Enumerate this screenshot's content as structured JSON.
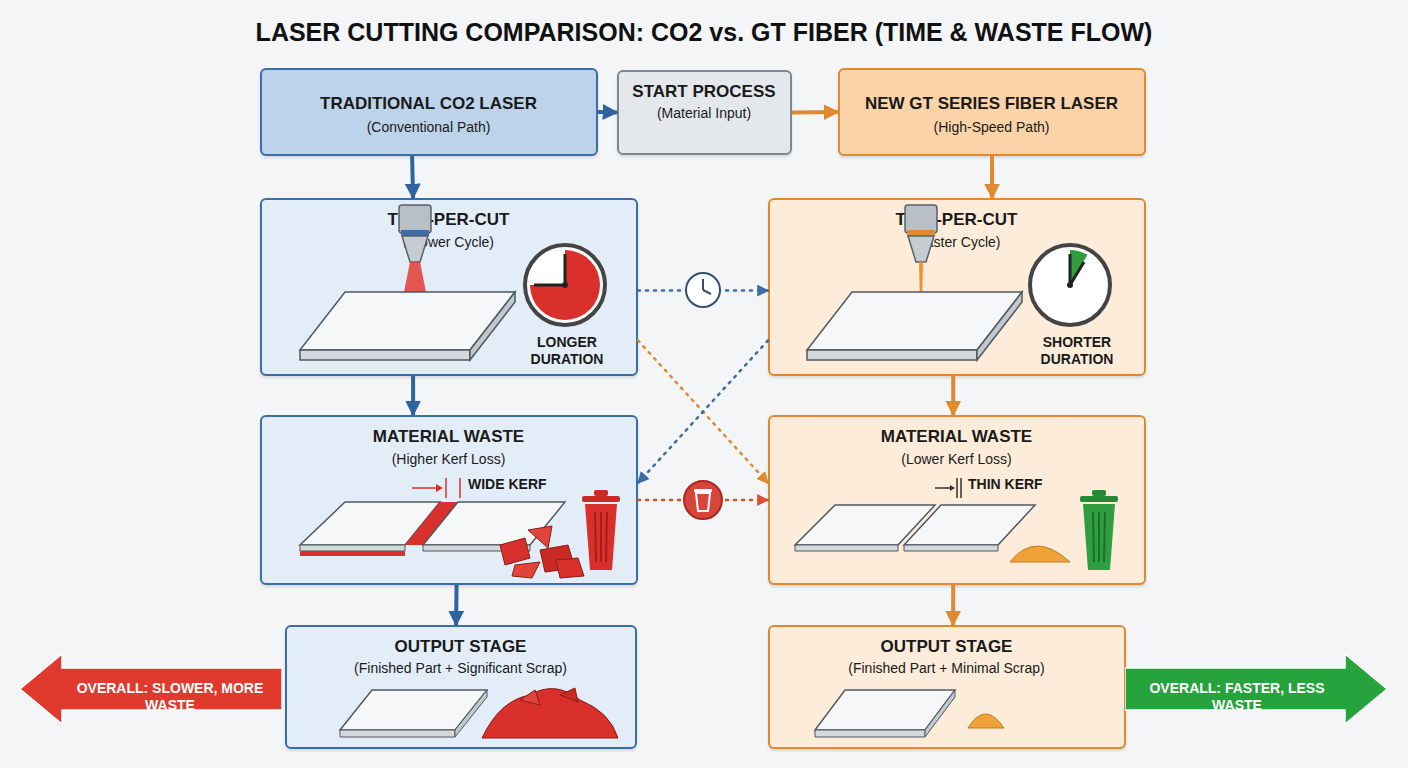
{
  "diagram": {
    "title": "LASER CUTTING COMPARISON: CO2 vs. GT FIBER (TIME & WASTE FLOW)",
    "nodes": [
      {
        "text": [
          "TRADITIONAL CO2 LASER",
          "(Conventional Path)"
        ]
      },
      {
        "text": [
          "START PROCESS",
          "(Material Input)"
        ]
      },
      {
        "text": [
          "NEW GT SERIES FIBER LASER",
          "(High-Speed Path)"
        ]
      },
      {
        "text": [
          "TIME-PER-CUT",
          "(Slower Cycle)",
          "LONGER DURATION"
        ]
      },
      {
        "text": [
          "TIME-PER-CUT",
          "(Faster Cycle)",
          "SHORTER DURATION"
        ]
      },
      {
        "text": [
          "MATERIAL WASTE",
          "(Higher Kerf Loss)",
          "WIDE KERF"
        ]
      },
      {
        "text": [
          "MATERIAL WASTE",
          "(Lower Kerf Loss)",
          "THIN KERF"
        ]
      },
      {
        "text": [
          "OUTPUT STAGE",
          "(Finished Part + Significant Scrap)"
        ]
      },
      {
        "text": [
          "OUTPUT STAGE",
          "(Finished Part + Minimal Scrap)"
        ]
      },
      {
        "text": [
          "OVERALL: SLOWER, MORE WASTE"
        ]
      },
      {
        "text": [
          "OVERALL: FASTER, LESS WASTE"
        ]
      }
    ],
    "edges": [
      {
        "from": 0,
        "to": 1,
        "arrow": "to"
      },
      {
        "from": 1,
        "to": 2,
        "arrow": "to"
      },
      {
        "from": 0,
        "to": 3,
        "arrow": "to"
      },
      {
        "from": 2,
        "to": 4,
        "arrow": "to"
      },
      {
        "from": 3,
        "to": 4,
        "arrow": "to"
      },
      {
        "from": 3,
        "to": 6,
        "arrow": "to"
      },
      {
        "from": 4,
        "to": 5,
        "arrow": "to"
      },
      {
        "from": 5,
        "to": 6,
        "arrow": "to"
      },
      {
        "from": 3,
        "to": 5,
        "arrow": "to"
      },
      {
        "from": 4,
        "to": 6,
        "arrow": "to"
      },
      {
        "from": 5,
        "to": 7,
        "arrow": "to"
      },
      {
        "from": 6,
        "to": 8,
        "arrow": "to"
      }
    ]
  }
}
